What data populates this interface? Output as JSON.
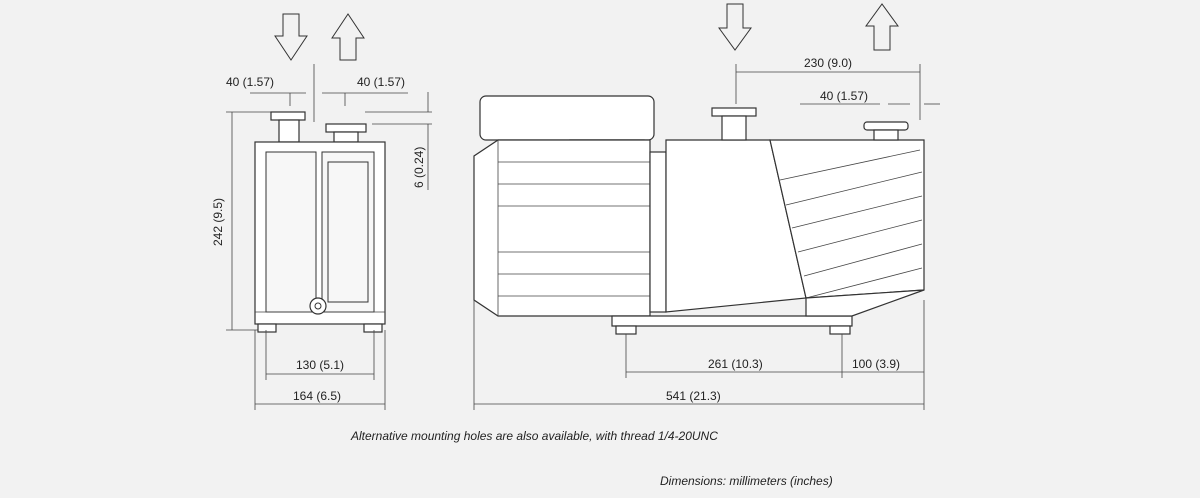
{
  "dimensions": {
    "side_left_flange": "40 (1.57)",
    "side_right_flange": "40 (1.57)",
    "side_offset": "6 (0.24)",
    "side_height": "242 (9.5)",
    "side_inner_width": "130 (5.1)",
    "side_outer_width": "164 (6.5)",
    "front_port_spacing": "230 (9.0)",
    "front_flange": "40 (1.57)",
    "front_mount_spacing": "261 (10.3)",
    "front_end_offset": "100 (3.9)",
    "front_total_length": "541 (21.3)"
  },
  "notes": {
    "mounting": "Alternative mounting holes are also available, with thread 1/4-20UNC",
    "units": "Dimensions: millimeters (inches)"
  },
  "colors": {
    "background": "#f2f2f2",
    "line": "#333333"
  }
}
